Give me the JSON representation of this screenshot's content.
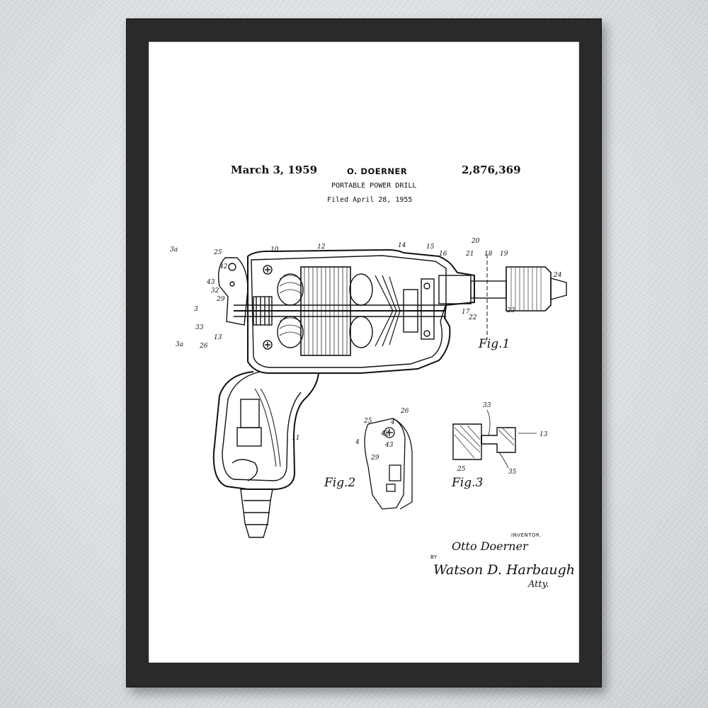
{
  "header": {
    "date": "March 3, 1959",
    "inventor_name": "O. DOERNER",
    "patent_number": "2,876,369",
    "title": "PORTABLE POWER DRILL",
    "filed": "Filed April 28, 1955"
  },
  "figures": {
    "fig1": "Fig.1",
    "fig2": "Fig.2",
    "fig3": "Fig.3"
  },
  "fig1_labels": [
    "3a",
    "25",
    "10",
    "12",
    "14",
    "15",
    "16",
    "20",
    "21",
    "18",
    "19",
    "24",
    "42",
    "43",
    "32",
    "29",
    "3",
    "33",
    "13",
    "26",
    "3a",
    "17",
    "22",
    "23",
    "11"
  ],
  "fig2_labels": [
    "26",
    "25",
    "4",
    "42",
    "43",
    "4",
    "29"
  ],
  "fig3_labels": [
    "33",
    "13",
    "25",
    "35"
  ],
  "signature": {
    "inventor_caption": "INVENTOR.",
    "inventor_signature": "Otto Doerner",
    "by": "BY",
    "attorney_signature": "Watson D. Harbaugh",
    "attorney_suffix": "Atty."
  },
  "colors": {
    "frame": "#2a2a2a",
    "mat": "#ffffff",
    "ink": "#111111",
    "wall": "#dfe2e5"
  }
}
